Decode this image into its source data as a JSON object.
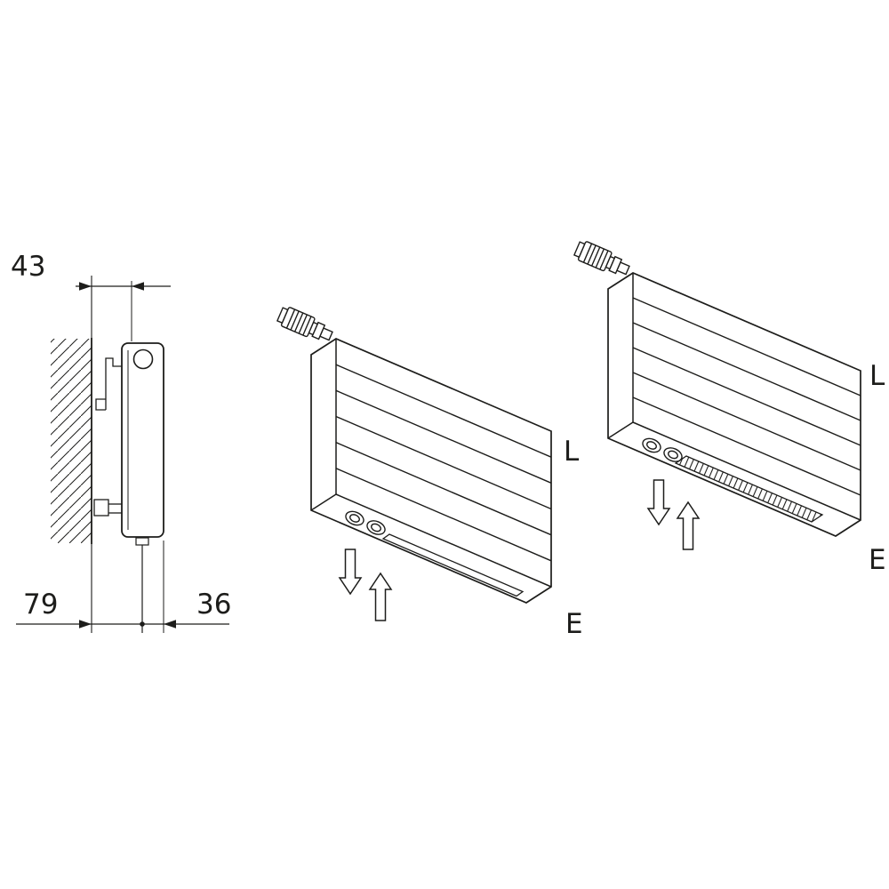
{
  "page": {
    "background": "#ffffff",
    "line_color": "#1d1d1b",
    "description": "Technical installation diagram of wall-mounted horizontal panel radiators with side-view dimensions and two isometric views showing bottom connections"
  },
  "side_view": {
    "dim_top": "43",
    "dim_bottom_left": "79",
    "dim_bottom_right": "36"
  },
  "radiator_middle": {
    "label_l": "L",
    "label_e": "E"
  },
  "radiator_right": {
    "label_l": "L",
    "label_e": "E"
  }
}
